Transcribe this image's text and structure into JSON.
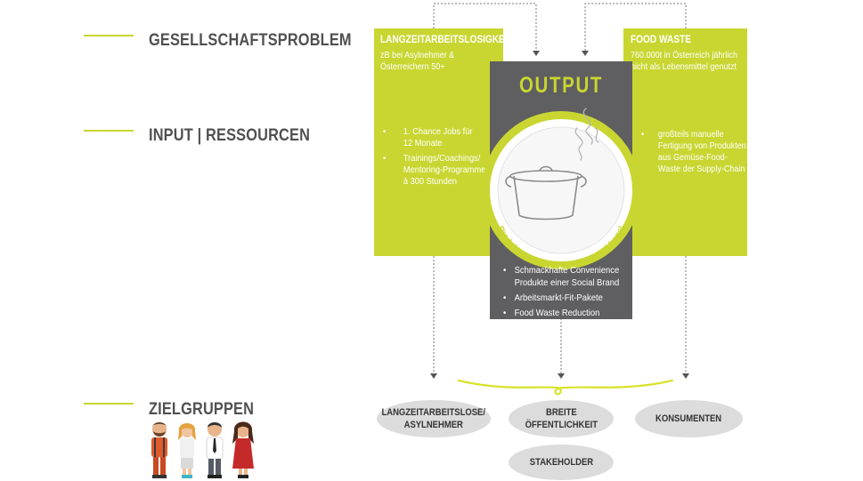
{
  "rows": {
    "society_problem": "GESELLSCHAFTSPROBLEM",
    "input_resources": "INPUT | RESSOURCEN",
    "target_groups": "ZIELGRUPPEN"
  },
  "left_box": {
    "heading": "LANGZEITARBEITSLOSIGKEIT",
    "subtitle_line1": "zB bei Asylnehmer &",
    "subtitle_line2": "Österreichern 50+",
    "bullets": [
      {
        "line1": "1. Chance Jobs für",
        "line2": "12 Monate"
      },
      {
        "line1": "Trainings/Coachings/",
        "line2": "Mentoring-Programme",
        "line3": "à 300 Stunden"
      }
    ]
  },
  "right_box": {
    "heading": "FOOD WASTE",
    "subtitle_line1": "760.000t in Österreich jährlich",
    "subtitle_line2": "nicht als Lebensmittel genutzt",
    "bullet": {
      "line1": "großteils manuelle",
      "line2": "Fertigung von Produkten",
      "line3": "aus Gemüse-Food-",
      "line4": "Waste der Supply-Chain"
    }
  },
  "output": {
    "title": "OUTPUT",
    "arc_text": "Produkte für das Supermarkt-Kühlregal",
    "bullets": [
      {
        "line1": "Schmackhafte Convenience",
        "line2": "Produkte einer Social Brand"
      },
      {
        "line1": "Arbeitsmarkt-Fit-Pakete"
      },
      {
        "line1": "Food Waste Reduction"
      }
    ]
  },
  "target_groups": [
    {
      "line1": "LANGZEITARBEITSLOSE/",
      "line2": "ASYLNEHMER"
    },
    {
      "line1": "BREITE",
      "line2": "ÖFFENTLICHKEIT"
    },
    {
      "line1": "KONSUMENTEN"
    },
    {
      "line1": "STAKEHOLDER"
    }
  ],
  "colors": {
    "accent_green": "#c9d631",
    "output_gray": "#5f5f61",
    "plate_ring": "#c9d631",
    "title_gray": "#505050",
    "ellipse_gray": "#dcdcdc"
  },
  "icons": [
    "cooking-pot-icon",
    "steam-icon",
    "people-group-icon"
  ]
}
